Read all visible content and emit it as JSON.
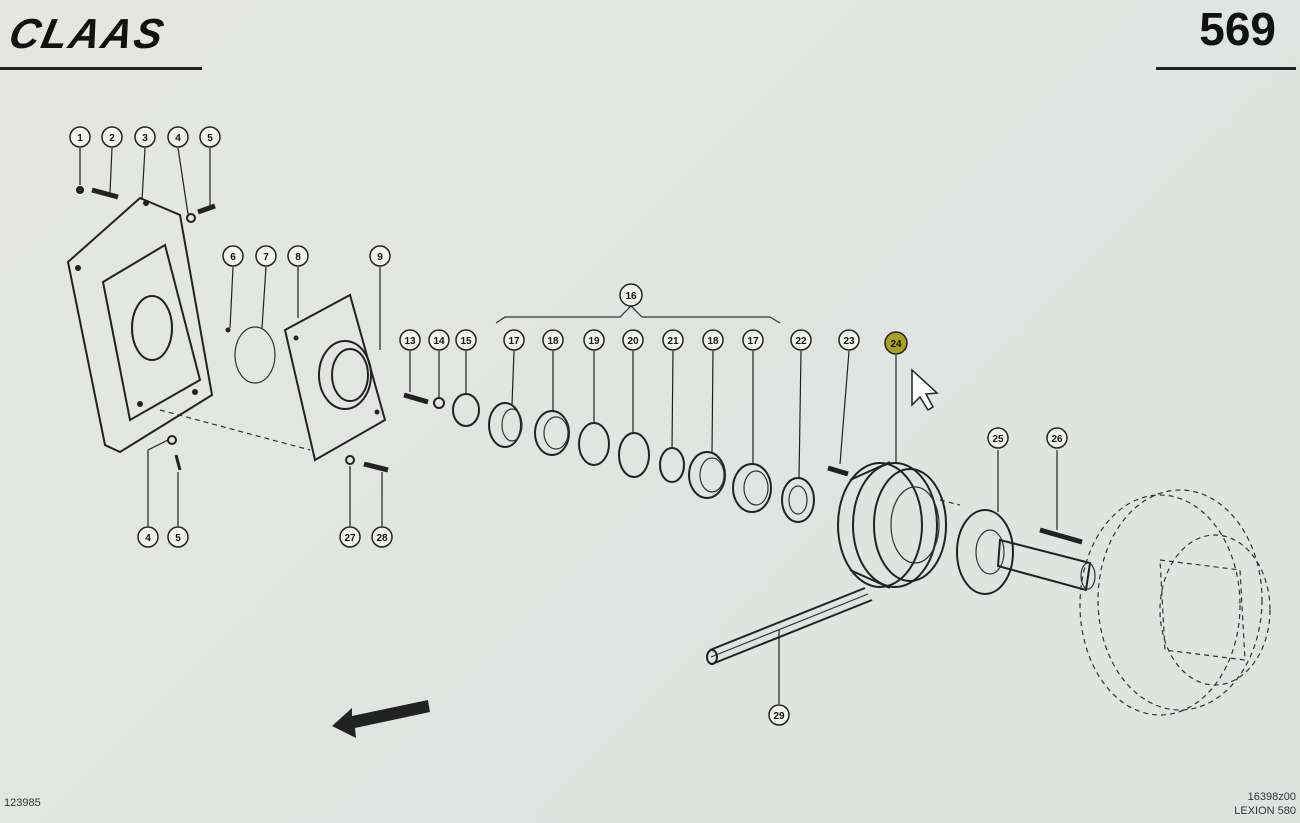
{
  "header": {
    "brand": "CLAAS",
    "page_number": "569"
  },
  "footer": {
    "left_code": "123985",
    "right_code": "16398z00",
    "model": "LEXION 580"
  },
  "callouts": [
    "1",
    "2",
    "3",
    "4",
    "5",
    "6",
    "7",
    "8",
    "9",
    "13",
    "14",
    "15",
    "16",
    "17",
    "18",
    "19",
    "20",
    "21",
    "18",
    "17",
    "22",
    "23",
    "24",
    "25",
    "26",
    "4",
    "5",
    "27",
    "28",
    "29"
  ],
  "highlighted_callout": "24",
  "colors": {
    "highlight": "#a9a21c",
    "ink": "#222222"
  }
}
